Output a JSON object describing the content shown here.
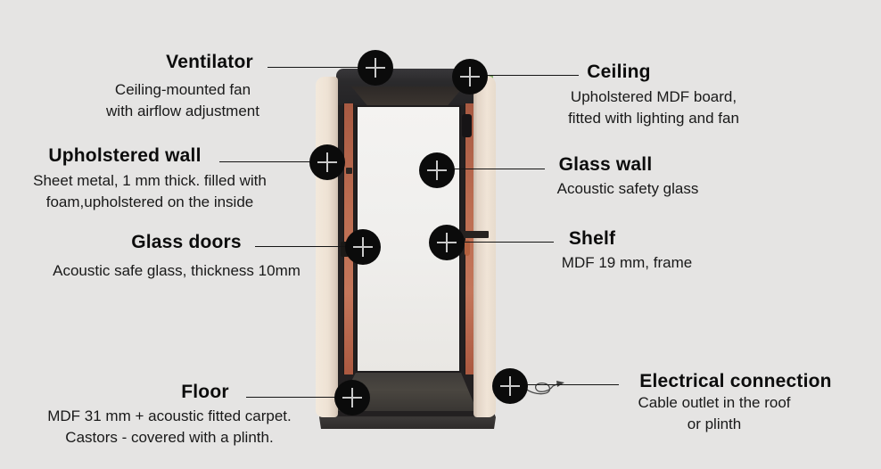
{
  "page": {
    "background": "#e5e4e3"
  },
  "product": {
    "name": "acoustic phone booth",
    "colors": {
      "panel_cream": "#ecdfd1",
      "frame_terracotta": "#b96a50",
      "roof_charcoal": "#2a292b",
      "marker_black": "#0b0b0b",
      "marker_plus_gray": "#c9c9c9"
    }
  },
  "callouts": [
    {
      "id": "ventilator",
      "title": "Ventilator",
      "body": "Ceiling-mounted fan\nwith airflow adjustment"
    },
    {
      "id": "ceiling",
      "title": "Ceiling",
      "body": "Upholstered MDF board,\nfitted with lighting and fan"
    },
    {
      "id": "upholstered-wall",
      "title": "Upholstered wall",
      "body": "Sheet metal, 1 mm thick. filled with\nfoam,upholstered on the inside"
    },
    {
      "id": "glass-wall",
      "title": "Glass wall",
      "body": "Acoustic safety glass"
    },
    {
      "id": "glass-doors",
      "title": "Glass doors",
      "body": "Acoustic safe glass, thickness 10mm"
    },
    {
      "id": "shelf",
      "title": "Shelf",
      "body": "MDF 19 mm, frame"
    },
    {
      "id": "floor",
      "title": "Floor",
      "body": "MDF 31 mm + acoustic fitted carpet.\nCastors - covered with a plinth."
    },
    {
      "id": "electrical-connection",
      "title": "Electrical connection",
      "body": "Cable outlet in the roof or plinth"
    }
  ],
  "hotspots": {
    "icon": "plus-icon",
    "count": 8
  }
}
